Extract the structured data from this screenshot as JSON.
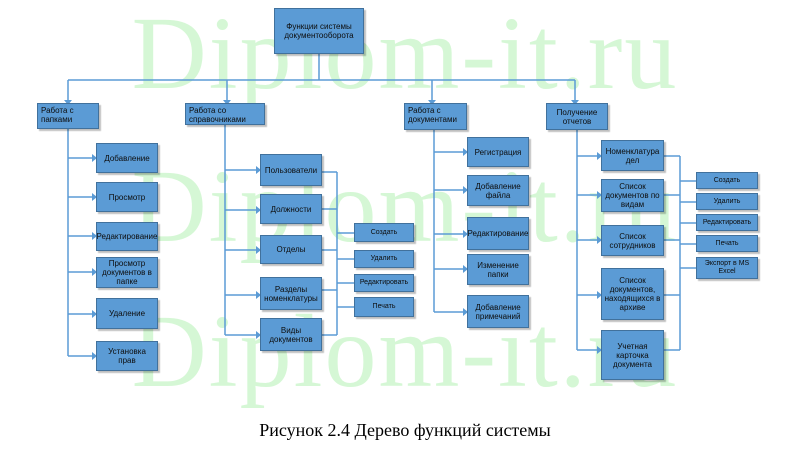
{
  "watermark": "Diplom-it.ru",
  "root": "Функции системы документооборота",
  "groups": {
    "folders": {
      "title": "Работа с папками",
      "items": [
        "Добавление",
        "Просмотр",
        "Редактирование",
        "Просмотр документов в папке",
        "Удаление",
        "Установка прав"
      ]
    },
    "refs": {
      "title": "Работа со справочниками",
      "items": [
        "Пользователи",
        "Должности",
        "Отделы",
        "Разделы номенклатуры",
        "Виды документов"
      ],
      "actions": [
        "Создать",
        "Удалить",
        "Редактировать",
        "Печать"
      ]
    },
    "docs": {
      "title": "Работа с документами",
      "items": [
        "Регистрация",
        "Добавление файла",
        "Редактирование",
        "Изменение папки",
        "Добавление примечаний"
      ]
    },
    "reports": {
      "title": "Получение отчетов",
      "items": [
        "Номенклатура дел",
        "Список документов по видам",
        "Список сотрудников",
        "Список документов, находящихся в архиве",
        "Учетная карточка документа"
      ],
      "actions": [
        "Создать",
        "Удалить",
        "Редактировать",
        "Печать",
        "Экспорт в MS Excel"
      ]
    }
  },
  "caption": "Рисунок 2.4 Дерево функций системы",
  "colors": {
    "box_fill": "#5b9bd5",
    "box_border": "#41719c",
    "line": "#5b9bd5",
    "watermark": "#c8f5c8"
  }
}
